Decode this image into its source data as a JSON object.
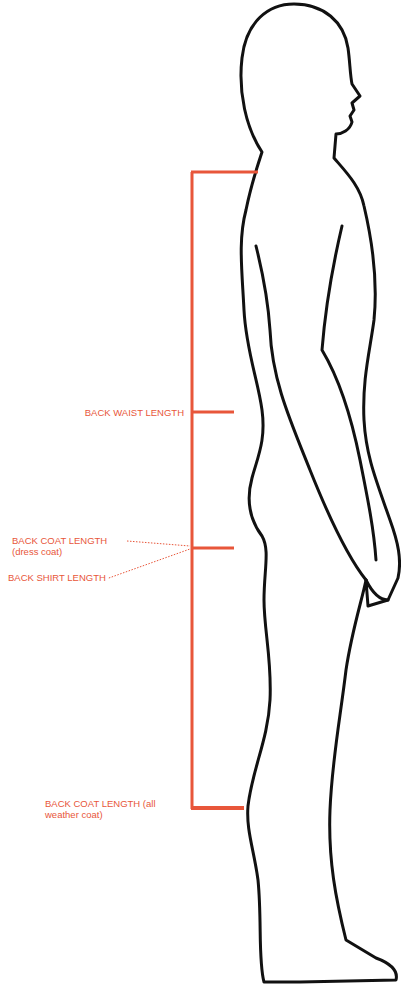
{
  "diagram": {
    "labels": [
      "BACK WAIST LENGTH",
      "BACK COAT LENGTH (dress coat)",
      "BACK SHIRT LENGTH",
      "BACK COAT LENGTH (all weather coat)"
    ]
  }
}
